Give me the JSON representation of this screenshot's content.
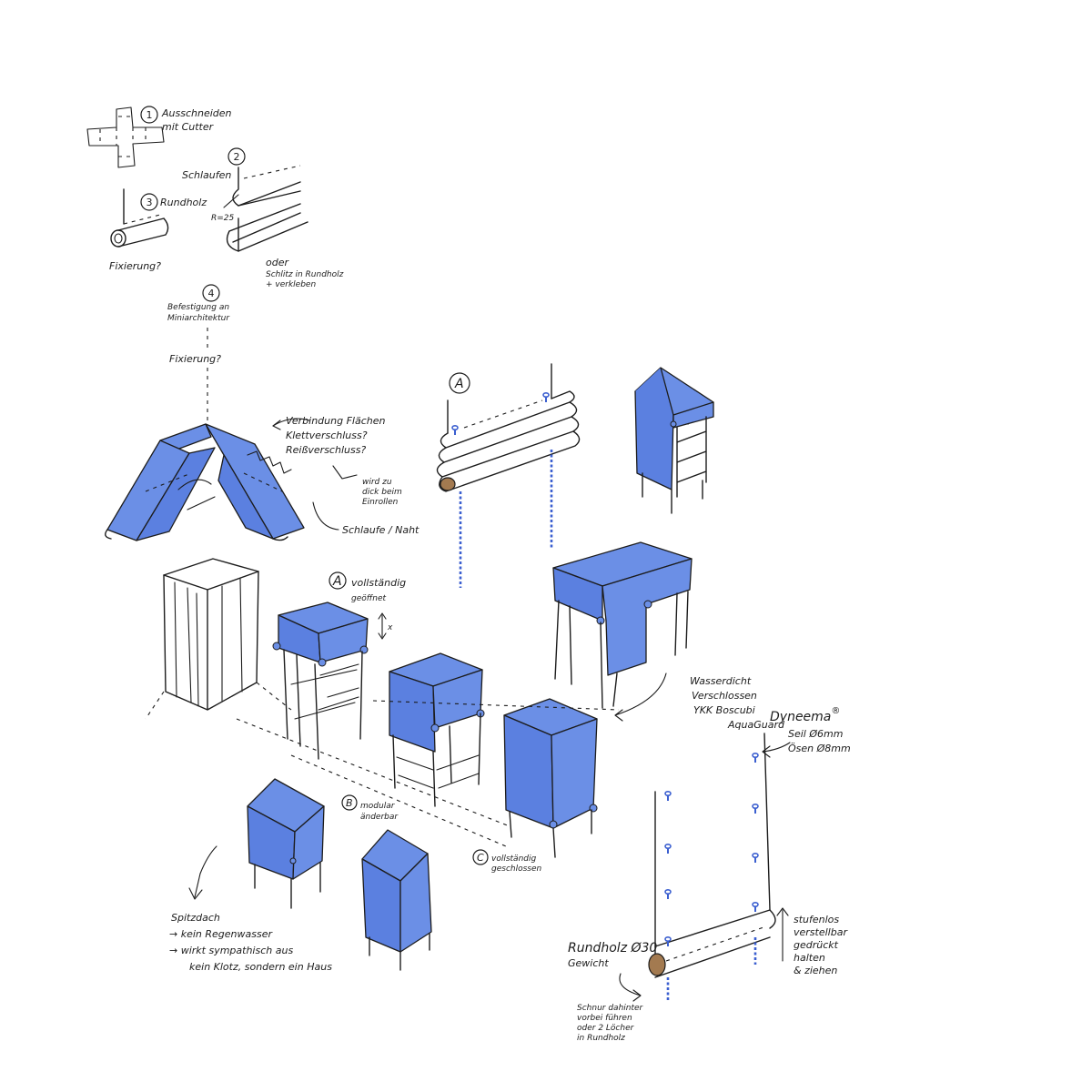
{
  "colors": {
    "ink": "#1c1c1c",
    "fabric_blue": "#6b8fe6",
    "fabric_blue_dark": "#4f74d8",
    "rope_blue": "#3b5fd0",
    "paper": "#ffffff"
  },
  "steps": {
    "s1": {
      "num": "1",
      "text": [
        "Ausschneiden",
        "mit Cutter"
      ]
    },
    "s2": {
      "num": "2",
      "text": [
        "Schlaufen"
      ]
    },
    "s3": {
      "num": "3",
      "text": [
        "Rundholz"
      ]
    },
    "radius": "R=25",
    "fix1": "Fixierung?",
    "oder": [
      "oder",
      "Schlitz in Rundholz",
      "+ verkleben"
    ],
    "s4": {
      "num": "4",
      "text": [
        "Befestigung an",
        "Miniarchitektur"
      ]
    },
    "fix2": "Fixierung?"
  },
  "roof_notes": {
    "connect": [
      "Verbindung Flächen",
      "Klettverschluss?",
      "Reißverschluss?"
    ],
    "thick": [
      "wird zu",
      "dick beim",
      "Einrollen"
    ],
    "loop": "Schlaufe / Naht"
  },
  "variants": {
    "a_label": "A",
    "a_text": [
      "vollständig",
      "geöffnet"
    ],
    "axis": "x",
    "b_label": "B",
    "b_text": [
      "modular",
      "änderbar"
    ],
    "c_label": "C",
    "c_text": [
      "vollständig",
      "geschlossen"
    ],
    "detail_a": "A"
  },
  "zipper_note": [
    "Wasserdicht",
    "Verschlossen",
    "YKK Boscubi",
    "AquaGuard"
  ],
  "dyneema": {
    "brand": "Dyneema",
    "reg": "®",
    "lines": [
      "Seil Ø6mm",
      "Ösen Ø8mm"
    ]
  },
  "stepless": [
    "stufenlos",
    "verstellbar",
    "gedrückt",
    "halten",
    "& ziehen"
  ],
  "rundholz_note": [
    "Rundholz Ø30",
    "Gewicht"
  ],
  "cord_note": [
    "Schnur dahinter",
    "vorbei führen",
    "oder 2 Löcher",
    "in Rundholz"
  ],
  "spitzdach": {
    "title": "Spitzdach",
    "points": [
      "→ kein Regenwasser",
      "→ wirkt sympathisch aus",
      "kein Klotz, sondern ein Haus"
    ]
  }
}
